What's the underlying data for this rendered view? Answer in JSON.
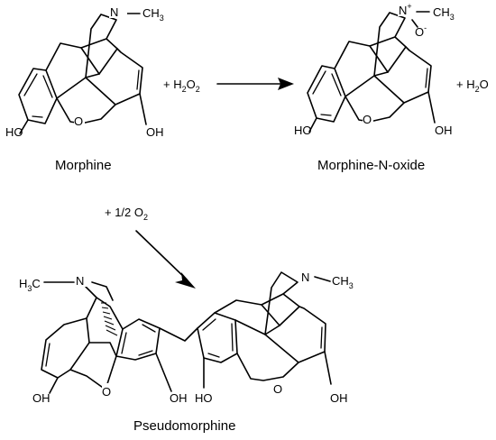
{
  "compounds": {
    "morphine": {
      "name": "Morphine",
      "n_label": "N",
      "methyl": "CH",
      "methyl_sub": "3",
      "oh_phenol": "HO",
      "oh_allylic": "OH",
      "bridge_o": "O"
    },
    "n_oxide": {
      "name": "Morphine-N-oxide",
      "n_label": "N",
      "n_charge": "+",
      "methyl": "CH",
      "methyl_sub": "3",
      "o_minus": "O",
      "o_charge": "-",
      "oh_phenol": "HO",
      "oh_allylic": "OH",
      "bridge_o": "O"
    },
    "pseudomorphine": {
      "name": "Pseudomorphine",
      "left_methyl": "H",
      "left_methyl_sub": "3",
      "left_methyl_c": "C",
      "left_n": "N",
      "right_n": "N",
      "right_methyl": "CH",
      "right_methyl_sub": "3",
      "oh_left_allylic": "OH",
      "oh_left_phenol": "OH",
      "oh_right_phenol": "HO",
      "oh_right_allylic": "OH",
      "bridge_o_left": "O",
      "bridge_o_right": "O"
    }
  },
  "reactions": {
    "peroxide": {
      "reagent_prefix": "+ H",
      "reagent_sub1": "2",
      "reagent_mid": "O",
      "reagent_sub2": "2",
      "byproduct_prefix": "+ H",
      "byproduct_sub": "2",
      "byproduct_suffix": "O"
    },
    "oxygen": {
      "reagent_prefix": "+ 1/2 O",
      "reagent_sub": "2"
    }
  }
}
